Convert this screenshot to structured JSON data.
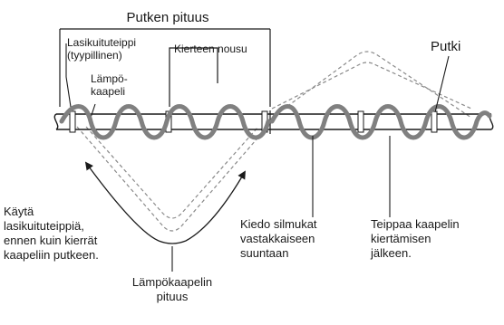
{
  "labels": {
    "pipe_length": "Putken pituus",
    "glass_tape": "Lasikuituteippi\n(tyypillinen)",
    "heating_cable": "Lämpö-\nkaapeli",
    "spiral_pitch": "Kierteen nousu",
    "pipe": "Putki",
    "use_glass_tape": "Käytä\nlasikuituteippiä,\nennen kuin kierrät\nkaapeliin putkeen.",
    "loop_opposite": "Kiedo silmukat\nvastakkaiseen\nsuuntaan",
    "tape_after": "Teippaa kaapelin\nkiertämisen\njälkeen.",
    "cable_length": "Lämpökaapelin\npituus"
  },
  "colors": {
    "cable": "#808080",
    "pipe_outline": "#1a1a1a",
    "dashed_loop": "#8a8a8a"
  }
}
